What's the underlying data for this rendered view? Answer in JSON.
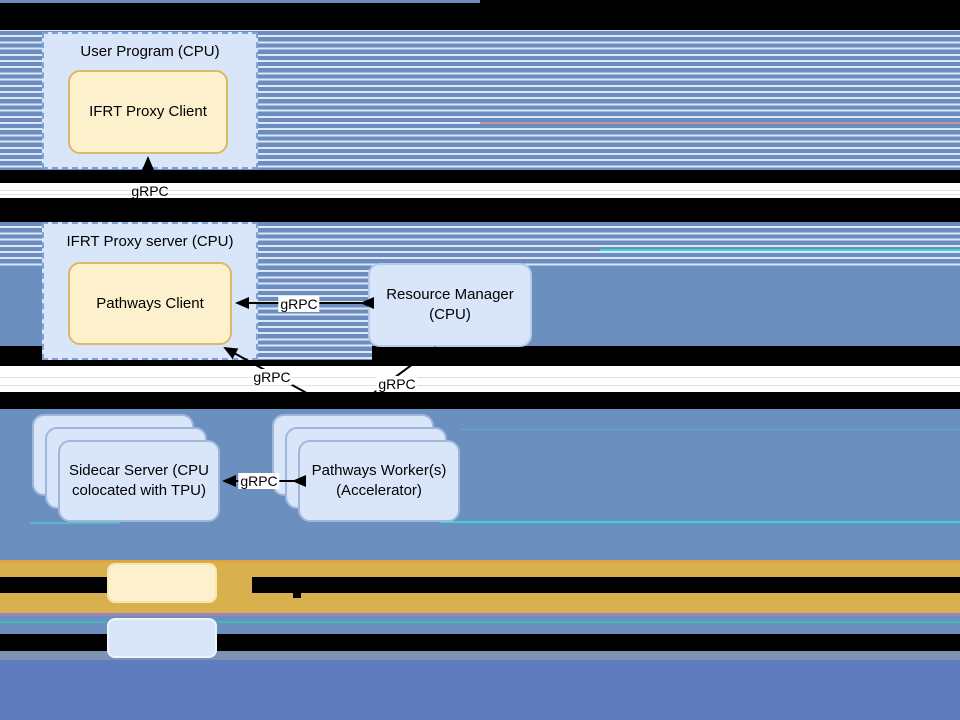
{
  "diagram": {
    "nodes": {
      "user_program": {
        "label": "User Program (CPU)"
      },
      "ifrt_proxy_client": {
        "label": "IFRT Proxy Client"
      },
      "ifrt_proxy_server": {
        "label": "IFRT Proxy server (CPU)"
      },
      "pathways_client": {
        "label": "Pathways Client"
      },
      "resource_manager": {
        "line1": "Resource Manager",
        "line2": "(CPU)"
      },
      "sidecar_server": {
        "line1": "Sidecar Server (CPU",
        "line2": "colocated with TPU)"
      },
      "pathways_workers": {
        "line1": "Pathways Worker(s)",
        "line2": "(Accelerator)"
      }
    },
    "edge_labels": {
      "client_to_server": "gRPC",
      "pathways_client_resource_manager": "gRPC",
      "pathways_client_workers": "gRPC",
      "resource_manager_workers": "gRPC",
      "sidecar_workers": "gRPC"
    }
  },
  "colors": {
    "stripe-blue": "#6d8dbe",
    "stripe-light": "#dce8f8",
    "solid-blue": "#6b90bf",
    "periwinkle": "#5f7cbe",
    "gold": "#d8b04d",
    "orange-line": "#e2a33c",
    "purple-line": "#9b82b8",
    "teal-line": "#45b8b4",
    "cyan-line": "#39d7d4",
    "gray-band": "#7e92b4",
    "node-blue-fill": "#d9e6fa",
    "node-blue-border": "#9fb6da",
    "dashed-border": "#7da2d8",
    "yellow-fill": "#fdf0cd",
    "yellow-border": "#d9bb67",
    "legend-yellow-border": "#f7e7ae",
    "legend-blue-border": "#edf3fc"
  }
}
